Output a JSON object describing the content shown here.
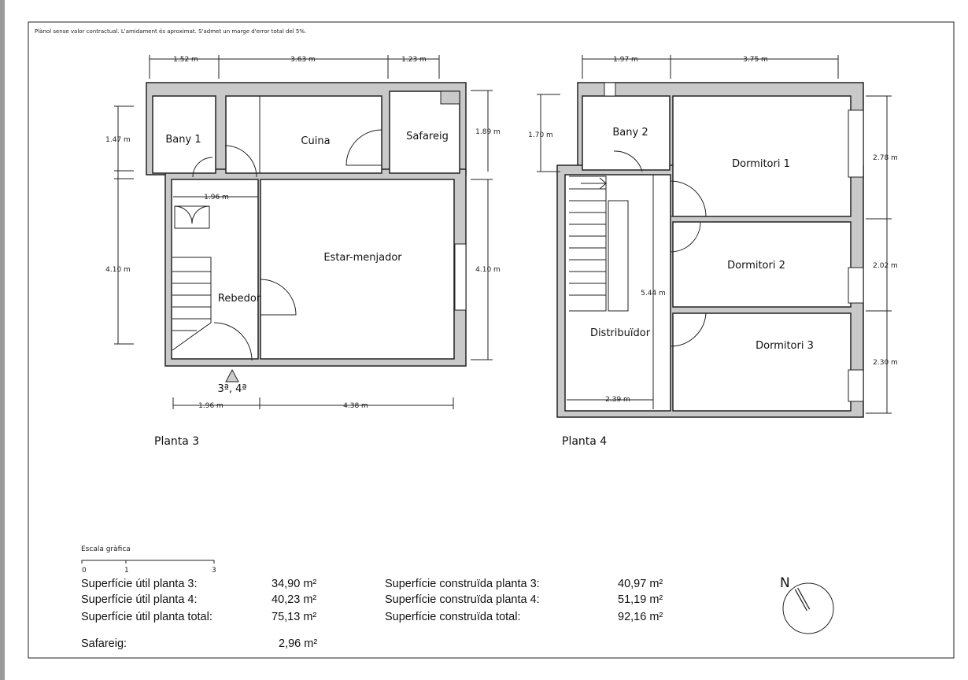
{
  "note": "Plànol sense valor contractual. L'amidament és aproximat. S'admet un marge d'error total del 5%.",
  "planta3": {
    "title": "Planta 3",
    "rooms": {
      "bany": "Bany 1",
      "cuina": "Cuina",
      "safareig": "Safareig",
      "estar": "Estar-menjador",
      "rebedor": "Rebedor"
    },
    "entrance": "3ª, 4ª",
    "dims": {
      "top1": "1.52 m",
      "top2": "3.63 m",
      "top3": "1.23 m",
      "left1": "1.47 m",
      "left2": "4.10 m",
      "right1": "1.89 m",
      "right2": "4.10 m",
      "inner": "1.96 m",
      "bottom1": "1.96 m",
      "bottom2": "4.38 m"
    }
  },
  "planta4": {
    "title": "Planta 4",
    "rooms": {
      "bany": "Bany 2",
      "d1": "Dormitori 1",
      "d2": "Dormitori 2",
      "d3": "Dormitori 3",
      "dist": "Distribuïdor"
    },
    "dims": {
      "top1": "1.97 m",
      "top2": "3.75 m",
      "left1": "1.70 m",
      "right1": "2.78 m",
      "right2": "2.02 m",
      "right3": "2.30 m",
      "inner_v": "5.44 m",
      "inner_h": "2.39 m"
    }
  },
  "scale": {
    "label": "Escala gràfica",
    "ticks": [
      "0",
      "1",
      "3"
    ]
  },
  "areas": {
    "util": [
      {
        "label": "Superfície útil planta 3:",
        "value": "34,90 m²"
      },
      {
        "label": "Superfície útil planta 4:",
        "value": "40,23 m²"
      },
      {
        "label": "Superfície útil planta total:",
        "value": "75,13 m²"
      }
    ],
    "safareig": {
      "label": "Safareig:",
      "value": "2,96 m²"
    },
    "construida": [
      {
        "label": "Superfície construïda planta 3:",
        "value": "40,97 m²"
      },
      {
        "label": "Superfície construïda planta 4:",
        "value": "51,19 m²"
      },
      {
        "label": "Superfície construïda total:",
        "value": "92,16 m²"
      }
    ]
  },
  "compass": {
    "label": "N"
  }
}
